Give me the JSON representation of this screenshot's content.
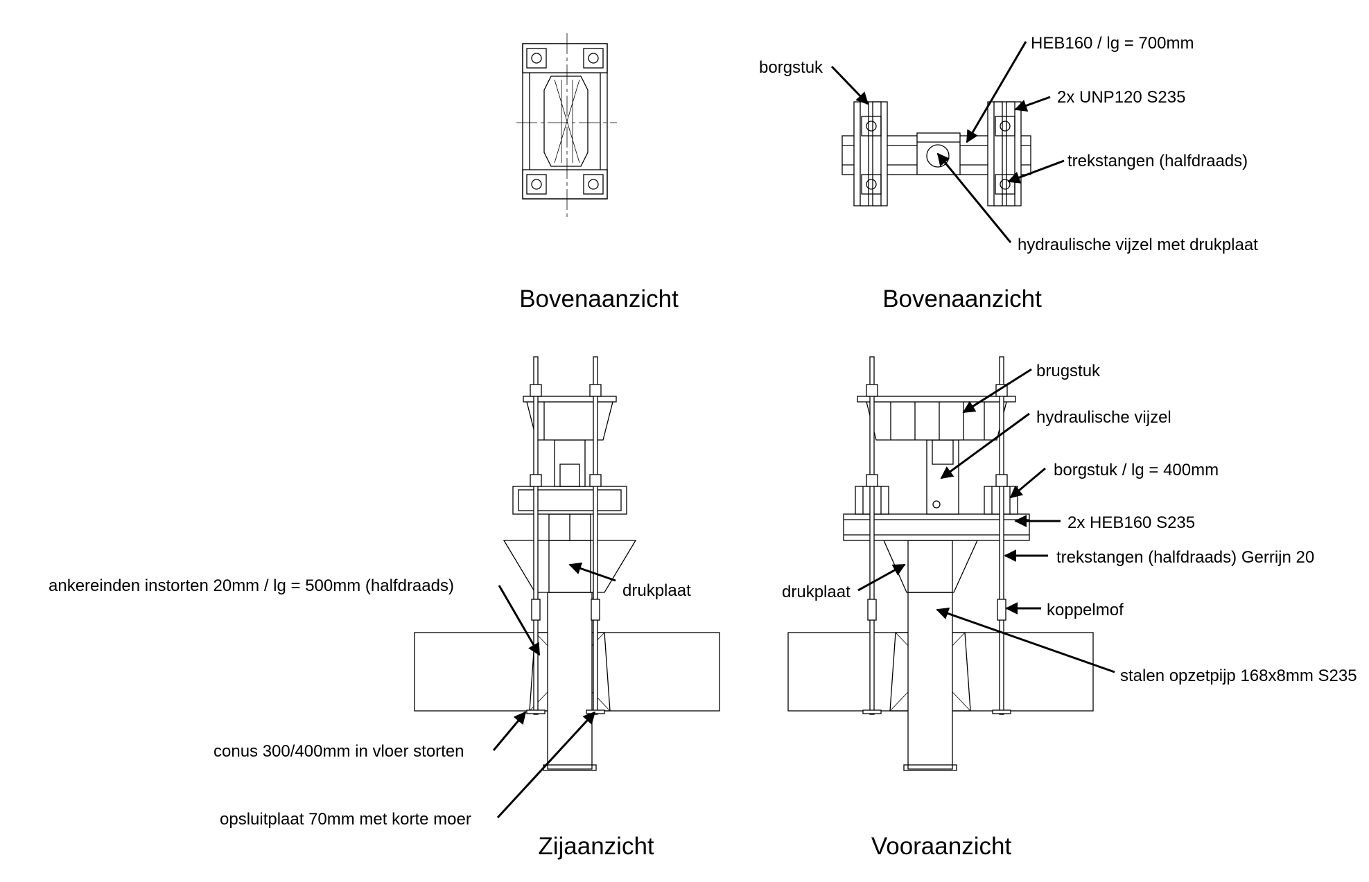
{
  "views": {
    "top_left_title": "Bovenaanzicht",
    "top_right_title": "Bovenaanzicht",
    "side_title": "Zijaanzicht",
    "front_title": "Vooraanzicht"
  },
  "labels": {
    "borgstuk": "borgstuk",
    "heb160_lg": "HEB160 / lg = 700mm",
    "unp120": "2x UNP120 S235",
    "trekstangen_top": "trekstangen (halfdraads)",
    "hydraulische_vijzel_drukplaat": "hydraulische vijzel met drukplaat",
    "ankereinden": "ankereinden instorten 20mm / lg = 500mm (halfdraads)",
    "drukplaat_side": "drukplaat",
    "conus": "conus 300/400mm in vloer storten",
    "opsluitplaat": "opsluitplaat 70mm met korte moer",
    "brugstuk": "brugstuk",
    "hydraulische_vijzel": "hydraulische vijzel",
    "borgstuk_lg": "borgstuk / lg = 400mm",
    "heb160_s235": "2x HEB160 S235",
    "trekstangen_front": "trekstangen (halfdraads) Gerrijn 20",
    "drukplaat_front": "drukplaat",
    "koppelmof": "koppelmof",
    "opzetpijp": "stalen opzetpijp 168x8mm S235"
  }
}
